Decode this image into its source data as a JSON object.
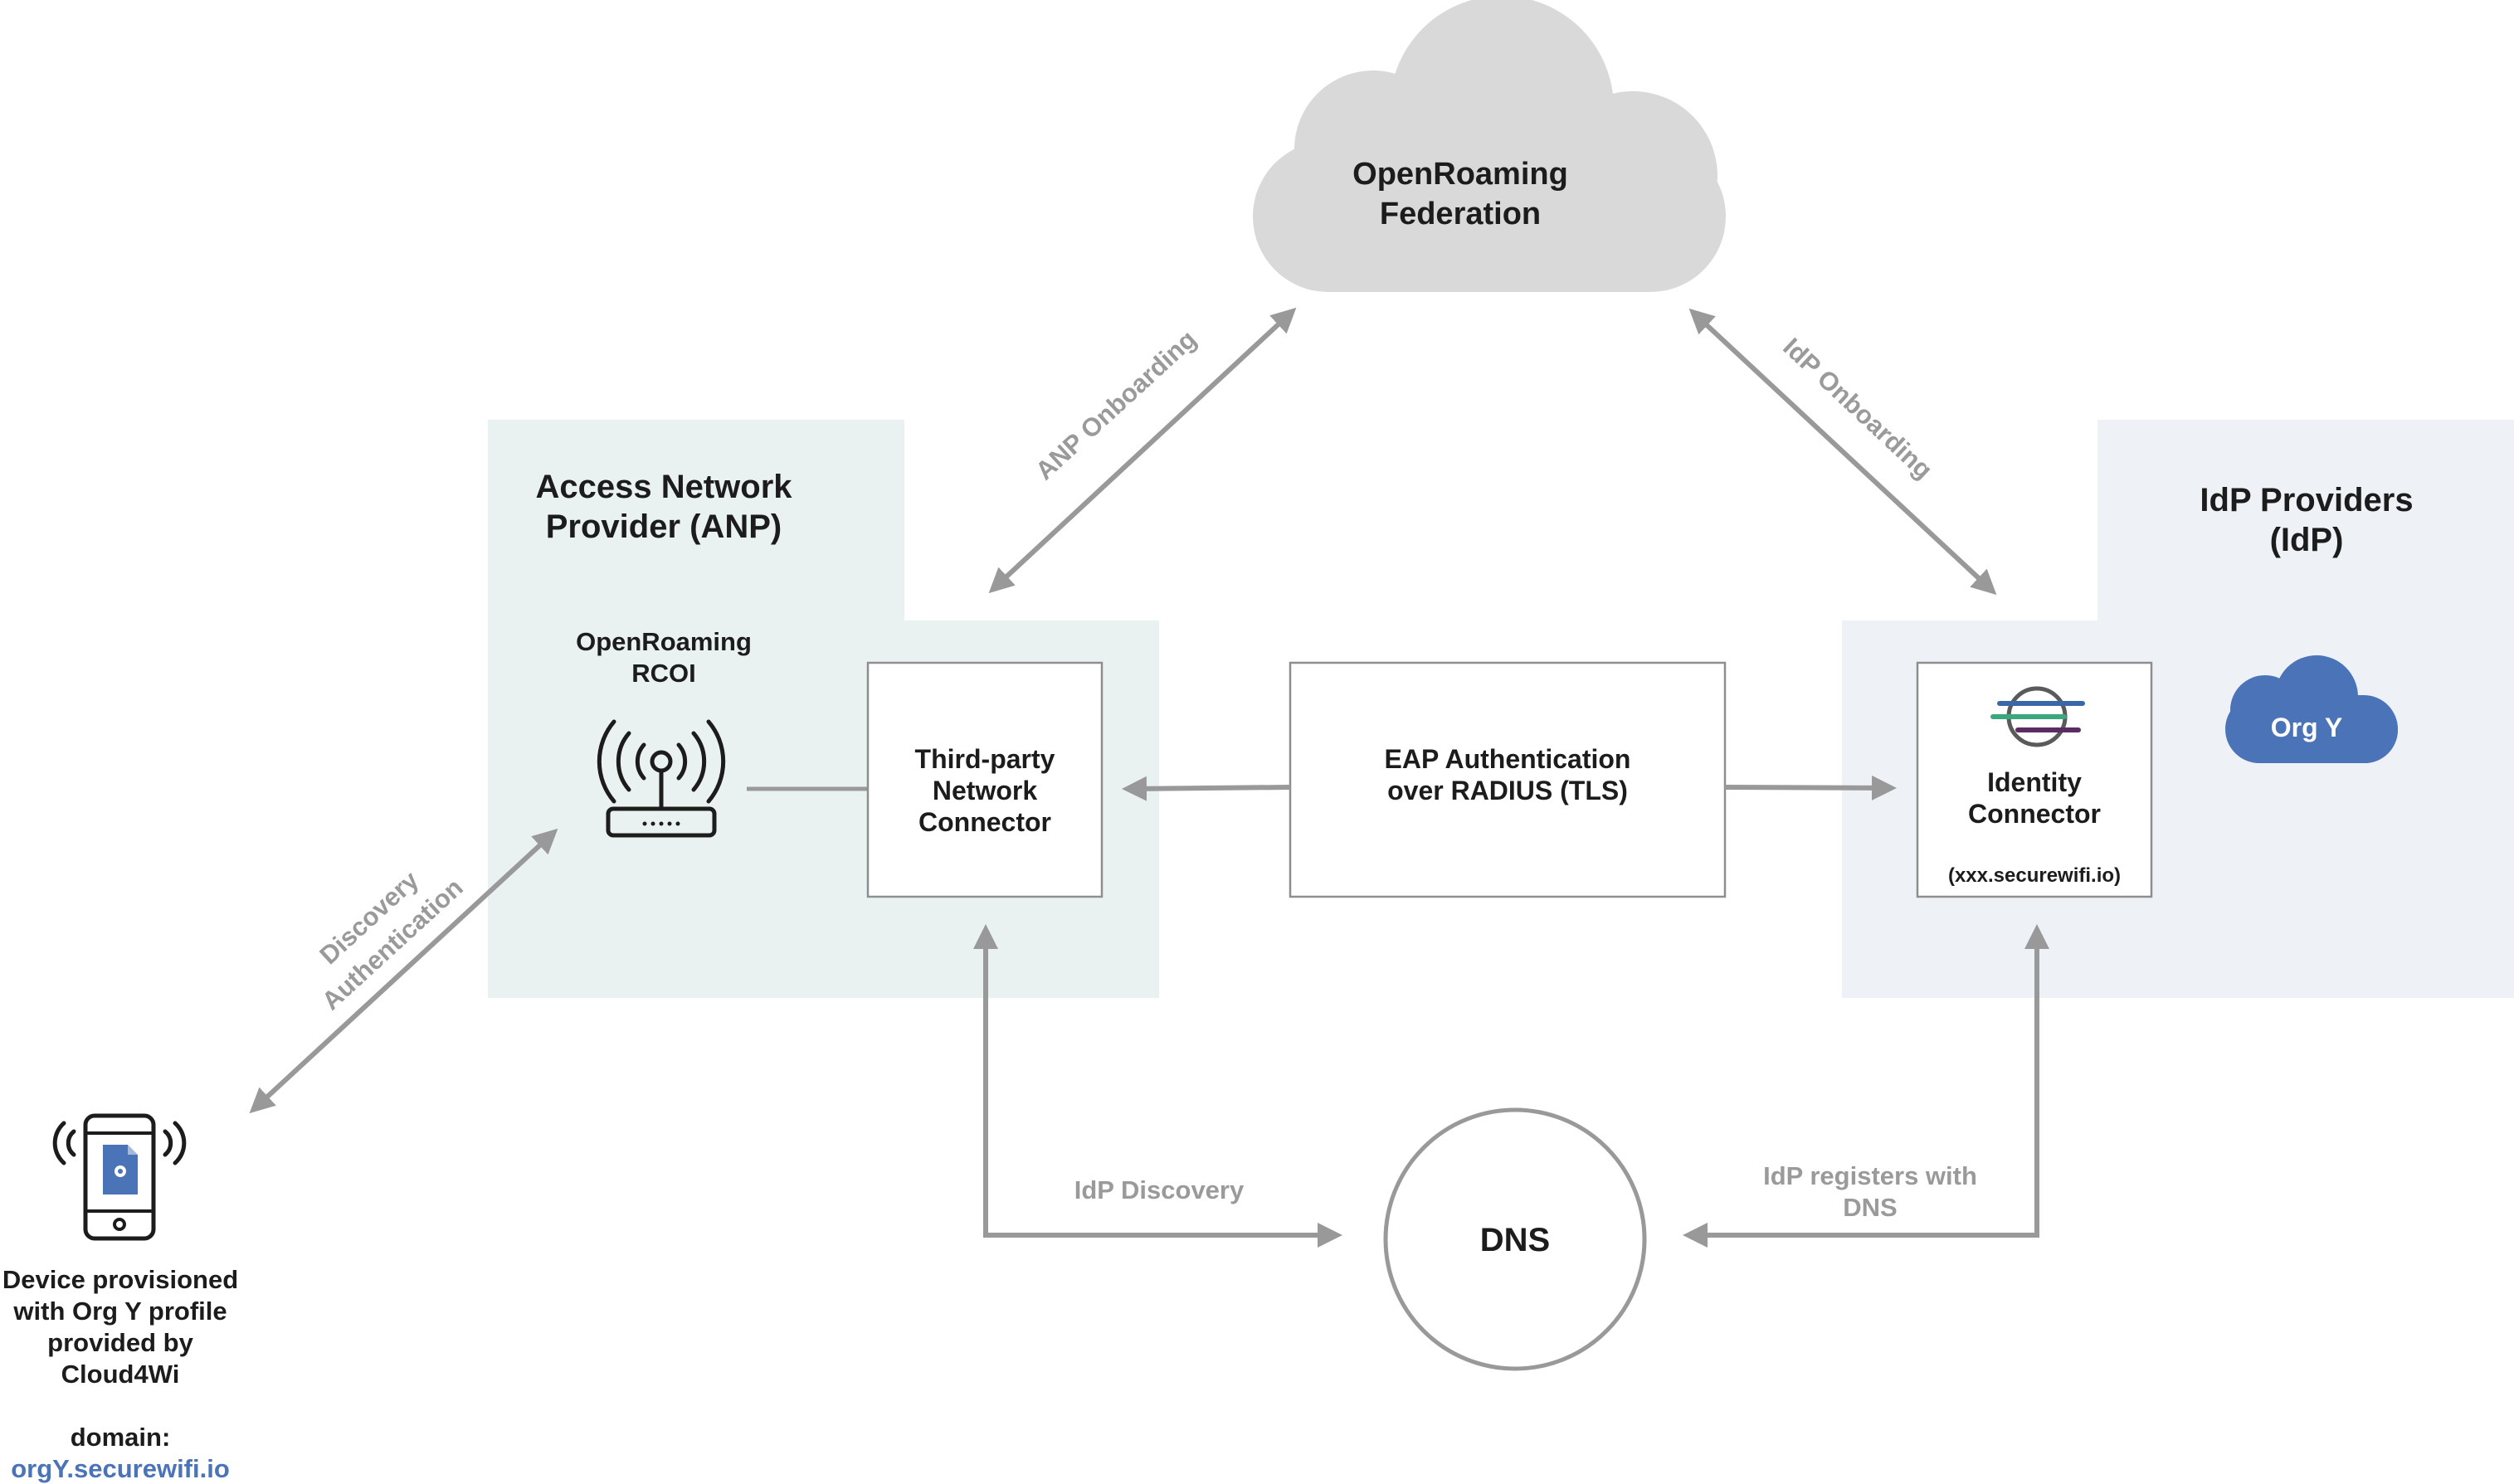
{
  "federation": {
    "line1": "OpenRoaming",
    "line2": "Federation"
  },
  "anp": {
    "title_line1": "Access Network",
    "title_line2": "Provider (ANP)",
    "rcoi_line1": "OpenRoaming",
    "rcoi_line2": "RCOI",
    "connector_line1": "Third-party",
    "connector_line2": "Network",
    "connector_line3": "Connector"
  },
  "idp": {
    "title_line1": "IdP Providers",
    "title_line2": "(IdP)",
    "connector_line1": "Identity",
    "connector_line2": "Connector",
    "connector_domain": "(xxx.securewifi.io)",
    "org_cloud": "Org Y"
  },
  "eap": {
    "line1": "EAP Authentication",
    "line2": "over RADIUS (TLS)"
  },
  "dns": {
    "label": "DNS"
  },
  "edges": {
    "anp_onboarding": "ANP Onboarding",
    "idp_onboarding": "IdP Onboarding",
    "discovery": "Discovery",
    "authentication": "Authentication",
    "idp_discovery": "IdP Discovery",
    "idp_registers_line1": "IdP registers with",
    "idp_registers_line2": "DNS"
  },
  "device": {
    "line1": "Device provisioned",
    "line2": "with Org Y profile",
    "line3": "provided by",
    "line4": "Cloud4Wi",
    "domain_label": "domain:",
    "domain_value": "orgY.securewifi.io"
  },
  "colors": {
    "anp_bg": "#eaf2f1",
    "idp_bg": "#eef1f6",
    "cloud_grey": "#d9d9d9",
    "arrow_grey": "#999999",
    "accent_blue": "#4a73b8"
  }
}
